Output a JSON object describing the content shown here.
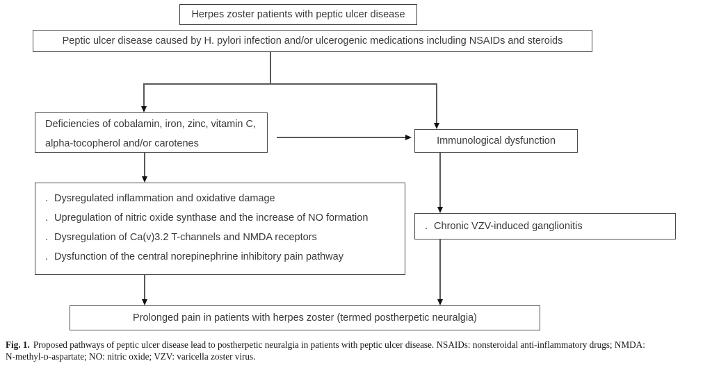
{
  "diagram": {
    "bullet": ".",
    "nodes": {
      "herpes": {
        "text": "Herpes zoster patients with peptic ulcer disease"
      },
      "peptic": {
        "text": "Peptic ulcer disease caused by H. pylori infection and/or ulcerogenic medications including NSAIDs and steroids"
      },
      "deficiencies": {
        "line1": "Deficiencies of cobalamin, iron, zinc, vitamin C,",
        "line2": "alpha-tocopherol and/or carotenes"
      },
      "immunological": {
        "text": "Immunological dysfunction"
      },
      "mechanisms": {
        "items": [
          "Dysregulated inflammation and oxidative damage",
          "Upregulation of nitric oxide synthase and the increase of NO formation",
          "Dysregulation of Ca(v)3.2 T-channels and NMDA receptors",
          "Dysfunction of the central norepinephrine inhibitory pain pathway"
        ]
      },
      "ganglionitis": {
        "text": "Chronic VZV-induced ganglionitis"
      },
      "prolonged": {
        "text": "Prolonged pain in patients with herpes zoster (termed postherpetic neuralgia)"
      }
    }
  },
  "caption": {
    "label": "Fig. 1.",
    "line1": "Proposed pathways of peptic ulcer disease lead to postherpetic neuralgia in patients with peptic ulcer disease. NSAIDs: nonsteroidal anti-inflammatory drugs; NMDA:",
    "line2": "N-methyl-ᴅ-aspartate; NO: nitric oxide; VZV: varicella zoster virus."
  },
  "colors": {
    "background": "#ffffff",
    "box_border": "#4a4a4a",
    "connector_line": "#595959",
    "arrowhead": "#111111",
    "diagram_text": "#3a3a3a",
    "caption_text": "#141414"
  }
}
